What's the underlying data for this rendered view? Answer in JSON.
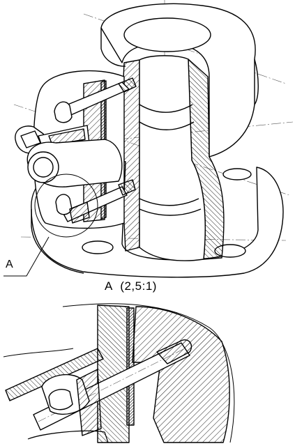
{
  "drawing": {
    "callout_label": "A",
    "detail_view": {
      "label": "A",
      "scale": "(2,5:1)"
    }
  },
  "colors": {
    "ink": "#000000",
    "paper": "#ffffff",
    "centerline": "#555555"
  }
}
